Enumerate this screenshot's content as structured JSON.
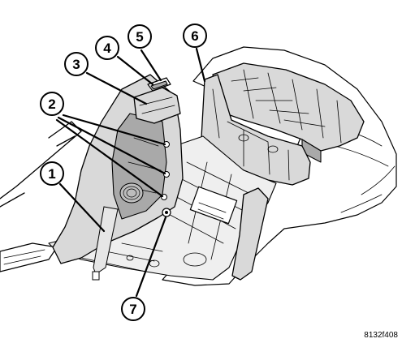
{
  "callouts": [
    {
      "id": "1",
      "label": "1"
    },
    {
      "id": "2",
      "label": "2"
    },
    {
      "id": "3",
      "label": "3"
    },
    {
      "id": "4",
      "label": "4"
    },
    {
      "id": "5",
      "label": "5"
    },
    {
      "id": "6",
      "label": "6"
    },
    {
      "id": "7",
      "label": "7"
    }
  ],
  "figure_id": "8132f408"
}
